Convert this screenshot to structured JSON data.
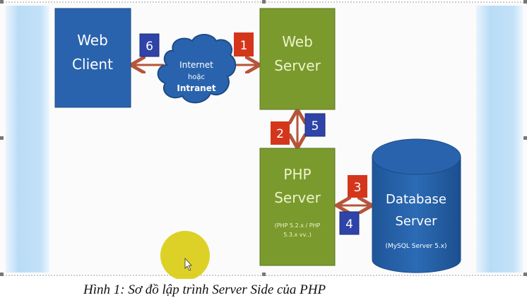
{
  "diagram": {
    "web_client": {
      "line1": "Web",
      "line2": "Client"
    },
    "web_server": {
      "line1": "Web",
      "line2": "Server"
    },
    "cloud": {
      "line1": "Internet",
      "line2": "hoặc",
      "line3": "Intranet"
    },
    "php_server": {
      "line1": "PHP",
      "line2": "Server",
      "note1": "(PHP 5.2.x / PHP",
      "note2": "5.3.x vv..)"
    },
    "database_server": {
      "line1": "Database",
      "line2": "Server",
      "note": "(MySQL Server 5.x)"
    },
    "steps": {
      "s1": "1",
      "s2": "2",
      "s3": "3",
      "s4": "4",
      "s5": "5",
      "s6": "6"
    },
    "colors": {
      "blue_box": "#2a63ad",
      "green_box": "#7a9a2e",
      "red_badge": "#d4361c",
      "blue_badge": "#2f44a8",
      "arrow": "#b5553a"
    }
  },
  "caption": "Hình 1: Sơ đồ lập trình Server Side của PHP"
}
